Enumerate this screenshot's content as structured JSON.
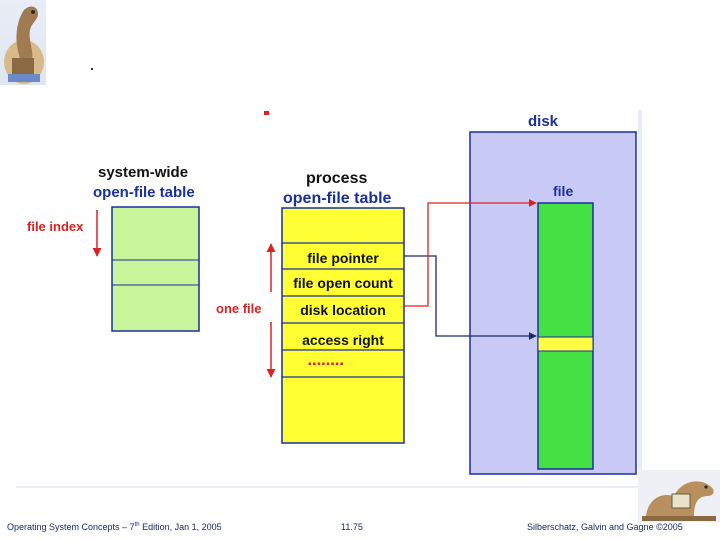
{
  "diagram": {
    "disk_label": "disk",
    "file_label": "file",
    "system_wide_line1": "system-wide",
    "system_wide_line2": "open-file table",
    "process_line1": "process",
    "process_line2": "open-file table",
    "file_index_label": "file index",
    "one_file_label": "one file",
    "fields": [
      "file pointer",
      "file open count",
      "disk location",
      "access right"
    ],
    "ellipsis": "▪▪▪▪▪▪▪▪",
    "colors": {
      "disk_fill": "#c9c9f5",
      "table_green": "#c8f59a",
      "process_yellow": "#ffff33",
      "file_green": "#44e044",
      "file_highlight": "#ffff44",
      "border_blue": "#1a2fa0",
      "arrow_red": "#e02020",
      "arrow_navy": "#1a2a6a"
    }
  },
  "footer": {
    "left_prefix": "Operating System Concepts – 7",
    "left_sup": "th",
    "left_suffix": " Edition, Jan 1, 2005",
    "middle": "11.75",
    "right": "Silberschatz, Galvin and Gagne ©2005"
  }
}
